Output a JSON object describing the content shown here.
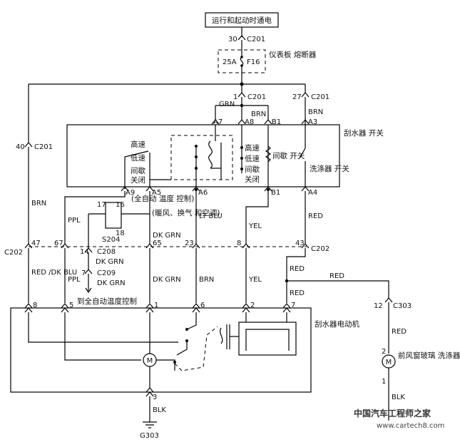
{
  "top": {
    "power_label": "运行和起动时通电",
    "pin_top": "30",
    "conn_top": "C201",
    "fuse_rating": "25A",
    "fuse_id": "F16",
    "fuse_desc": "仪表板 熔断器",
    "pin_below_fuse": "1",
    "conn_below_fuse": "C201",
    "pin_right": "27",
    "conn_right": "C201"
  },
  "switch": {
    "title": "刮水器 开关",
    "wire_grn": "GRN",
    "wire_brn_a": "BRN",
    "wire_brn_b": "BRN",
    "pins_top": [
      "A7",
      "A8",
      "B1",
      "A3"
    ],
    "left_labels": [
      "高速",
      "低速",
      "间歇",
      "关闭"
    ],
    "right_labels": [
      "高速",
      "低速",
      "间歇",
      "关闭"
    ],
    "intermittent": "间歇 开关",
    "washer": "洗涤器 开关",
    "pins_bottom": [
      "A9",
      "A5",
      "A6",
      "B1",
      "A4"
    ]
  },
  "left": {
    "pin": "40",
    "conn": "C201",
    "wire": "BRN",
    "c202_label": "C202",
    "pin_47": "47",
    "pin_67": "67",
    "wire_red_dk": "RED /DK BLU",
    "wire_ppl_a": "PPL",
    "wire_ppl_b": "PPL"
  },
  "middle": {
    "auto_climate": "(全自动 温度 控制)",
    "hvac": "(暖风、换气 和空调)",
    "s204": "S204",
    "pin17": "17",
    "pin16": "16",
    "pin18": "18",
    "wire_dkgrn_a": "DK GRN",
    "wire_ltblu": "LT BLU",
    "wire_yel_a": "YEL",
    "wire_red_a": "RED",
    "pin_65": "65",
    "pin_23": "23",
    "pin_8": "8",
    "pin_43": "43",
    "c202_right": "C202",
    "pin_14": "14",
    "conn_c208": "C208",
    "wire_dkgrn_b": "DK GRN",
    "pin_7": "7",
    "conn_c209": "C209",
    "wire_dkgrn_c": "DK GRN",
    "to_auto": "到全自动温度控制",
    "wire_dkgrn_d": "DK GRN",
    "wire_brn_c": "BRN",
    "wire_yel_b": "YEL",
    "wire_red_b": "RED",
    "wire_red_c": "RED",
    "wire_red_d": "RED"
  },
  "motor": {
    "title": "刮水器电动机",
    "pins": [
      "8",
      "5",
      "1",
      "6",
      "2",
      "7"
    ],
    "m": "M",
    "pin_bottom": "3",
    "ground_wire": "BLK",
    "ground": "G303"
  },
  "washer_motor": {
    "pin": "12",
    "conn": "C303",
    "wire": "RED",
    "pin2": "2",
    "m": "M",
    "title": "前风窗玻璃 洗涤器电动 机",
    "pin1": "1",
    "wire_out": "BLK"
  },
  "watermark": {
    "line1": "中国汽车工程师之家",
    "line2": "www.cartech8.com"
  }
}
